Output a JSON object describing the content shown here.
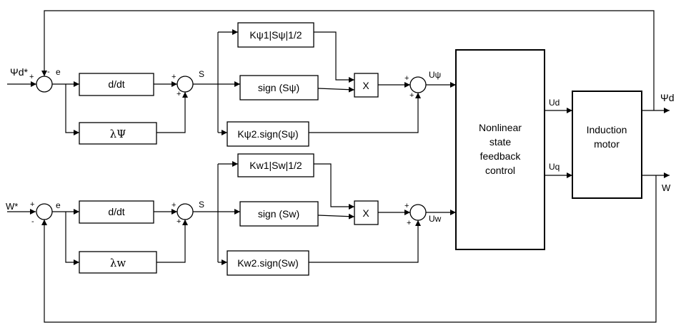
{
  "inputs": {
    "psi_ref": "Ψd*",
    "w_ref": "W*"
  },
  "outputs": {
    "psi_d": "Ψd",
    "w": "W"
  },
  "signals": {
    "error": "e",
    "sliding_surface": "S",
    "u_psi": "Uψ",
    "u_w": "Uw",
    "u_d": "Ud",
    "u_q": "Uq"
  },
  "blocks": {
    "derivative": "d/dt",
    "lambda_psi": "λΨ",
    "lambda_w": "λw",
    "k_psi1": "Kψ1|Sψ|1/2",
    "sign_psi": "sign (Sψ)",
    "k_psi2": "Kψ2.sign(Sψ)",
    "k_w1": "Kw1|Sw|1/2",
    "sign_w": "sign (Sw)",
    "k_w2": "Kw2.sign(Sw)",
    "multiply": "X",
    "controller": [
      "Nonlinear",
      "state",
      "feedback",
      "control"
    ],
    "motor": [
      "Induction",
      "motor"
    ]
  },
  "signs": {
    "plus": "+",
    "minus": "-"
  }
}
